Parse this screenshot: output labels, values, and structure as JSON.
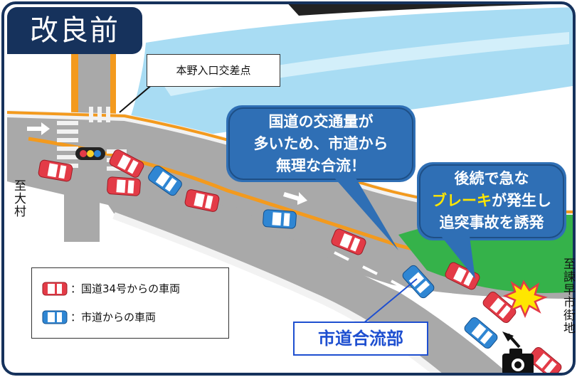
{
  "title": "改良前",
  "intersection_label": "本野入口交差点",
  "callout_left": {
    "lines": [
      "国道の交通量が",
      "多いため、市道から",
      "無理な合流！"
    ]
  },
  "callout_right": {
    "line1": "後続で急な",
    "line2_highlight": "ブレーキ",
    "line2_rest": "が発生し",
    "line3": "追突事故を誘発"
  },
  "merge_label": "市道合流部",
  "direction_left": "至大村",
  "direction_right": "至諫早市街地",
  "legend": {
    "items": [
      {
        "label": "：国道34号からの車両",
        "color": "#e33b47"
      },
      {
        "label": "：市道からの車両",
        "color": "#2f86d3"
      }
    ]
  },
  "colors": {
    "frame": "#16325c",
    "road": "#a9a9a9",
    "sidewalk": "#f2f2f2",
    "river": "#a8dcf3",
    "orange_line": "#f39a1e",
    "grass": "#35b24a",
    "callout": "#2f6fb5"
  }
}
